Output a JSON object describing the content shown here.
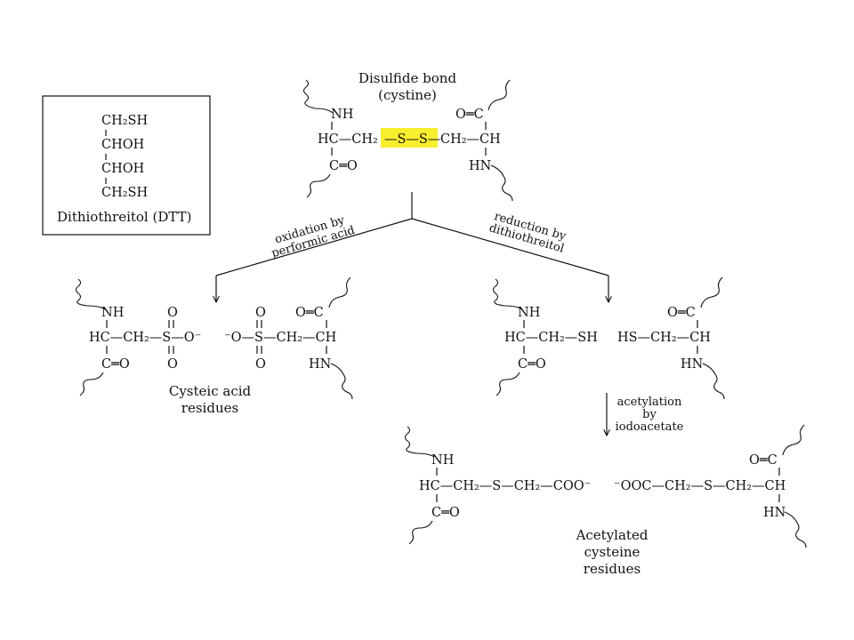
{
  "highlight_color": "#f7ee2e",
  "dtt_box": {
    "lines": [
      "CH₂SH",
      "CHOH",
      "CHOH",
      "CH₂SH"
    ],
    "caption": "Dithiothreitol (DTT)"
  },
  "top": {
    "title_line1": "Disulfide bond",
    "title_line2": "(cystine)",
    "left_nh": "NH",
    "left_hc": "HC—CH₂",
    "left_co": "C═O",
    "disulfide": "—S—S—",
    "right_ch2": "CH₂—CH",
    "right_oc": "O═C",
    "right_hn": "HN"
  },
  "arrows": {
    "left_line1": "oxidation by",
    "left_line2": "performic acid",
    "right_line1": "reduction by",
    "right_line2": "dithiothreitol",
    "down_line1": "acetylation",
    "down_line2": "by",
    "down_line3": "iodoacetate"
  },
  "cysteic": {
    "left_nh": "NH",
    "left_o_top": "O",
    "left_main": "HC—CH₂—S—O⁻",
    "left_co": "C═O",
    "left_o_bottom": "O",
    "right_o_top": "O",
    "right_oc": "O═C",
    "right_main": "⁻O—S—CH₂—CH",
    "right_o_bottom": "O",
    "right_hn": "HN",
    "caption_line1": "Cysteic acid",
    "caption_line2": "residues"
  },
  "reduced": {
    "left_nh": "NH",
    "left_main": "HC—CH₂—SH",
    "left_co": "C═O",
    "right_oc": "O═C",
    "right_main": "HS—CH₂—CH",
    "right_hn": "HN"
  },
  "acetylated": {
    "left_nh": "NH",
    "left_main": "HC—CH₂—S—CH₂—COO⁻",
    "left_co": "C═O",
    "right_oc": "O═C",
    "right_main": "⁻OOC—CH₂—S—CH₂—CH",
    "right_hn": "HN",
    "caption_line1": "Acetylated",
    "caption_line2": "cysteine",
    "caption_line3": "residues"
  }
}
